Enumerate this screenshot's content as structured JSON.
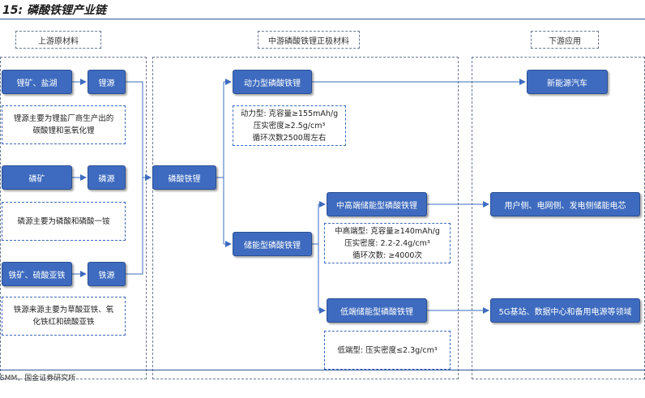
{
  "title": "15:  磷酸铁锂产业链",
  "source": "SMM，国金证券研究所",
  "headers": {
    "upstream": "上游原材料",
    "midstream": "中游磷酸铁锂正极材料",
    "downstream": "下游应用"
  },
  "upstream": {
    "lithium_ore": "锂矿、盐湖",
    "lithium_source": "锂源",
    "lithium_note": "锂源主要为锂盐厂商生产出的\n碳酸锂和氢氧化锂",
    "phosphate_ore": "磷矿",
    "phosphorus_source": "磷源",
    "phosphorus_note": "磷源主要为磷酸和磷酸一铵",
    "iron_ore": "铁矿、硫酸亚铁",
    "iron_source": "铁源",
    "iron_note": "铁源来源主要为草酸亚铁、氧\n化铁红和硫酸亚铁"
  },
  "midstream": {
    "lfp": "磷酸铁锂",
    "power_type": "动力型磷酸铁锂",
    "power_note": "动力型: 克容量≥155mAh/g\n压实密度≥2.5g/cm³\n循环次数2500周左右",
    "storage_type": "储能型磷酸铁锂",
    "mid_high": "中高端储能型磷酸铁锂",
    "mid_high_note": "中高端型: 克容量≥140mAh/g\n压实密度: 2.2-2.4g/cm³\n循环次数: ≥4000次",
    "low_end": "低端储能型磷酸铁锂",
    "low_end_note": "低端型: 压实密度≤2.3g/cm³"
  },
  "downstream": {
    "ev": "新能源汽车",
    "grid_storage": "用户侧、电网侧、发电侧储能电芯",
    "datacenter": "5G基站、数据中心和备用电源等领域"
  },
  "colors": {
    "box_fill": "#3e6bbf",
    "line": "#3e6bbf",
    "title_rule": "#2f5597"
  }
}
